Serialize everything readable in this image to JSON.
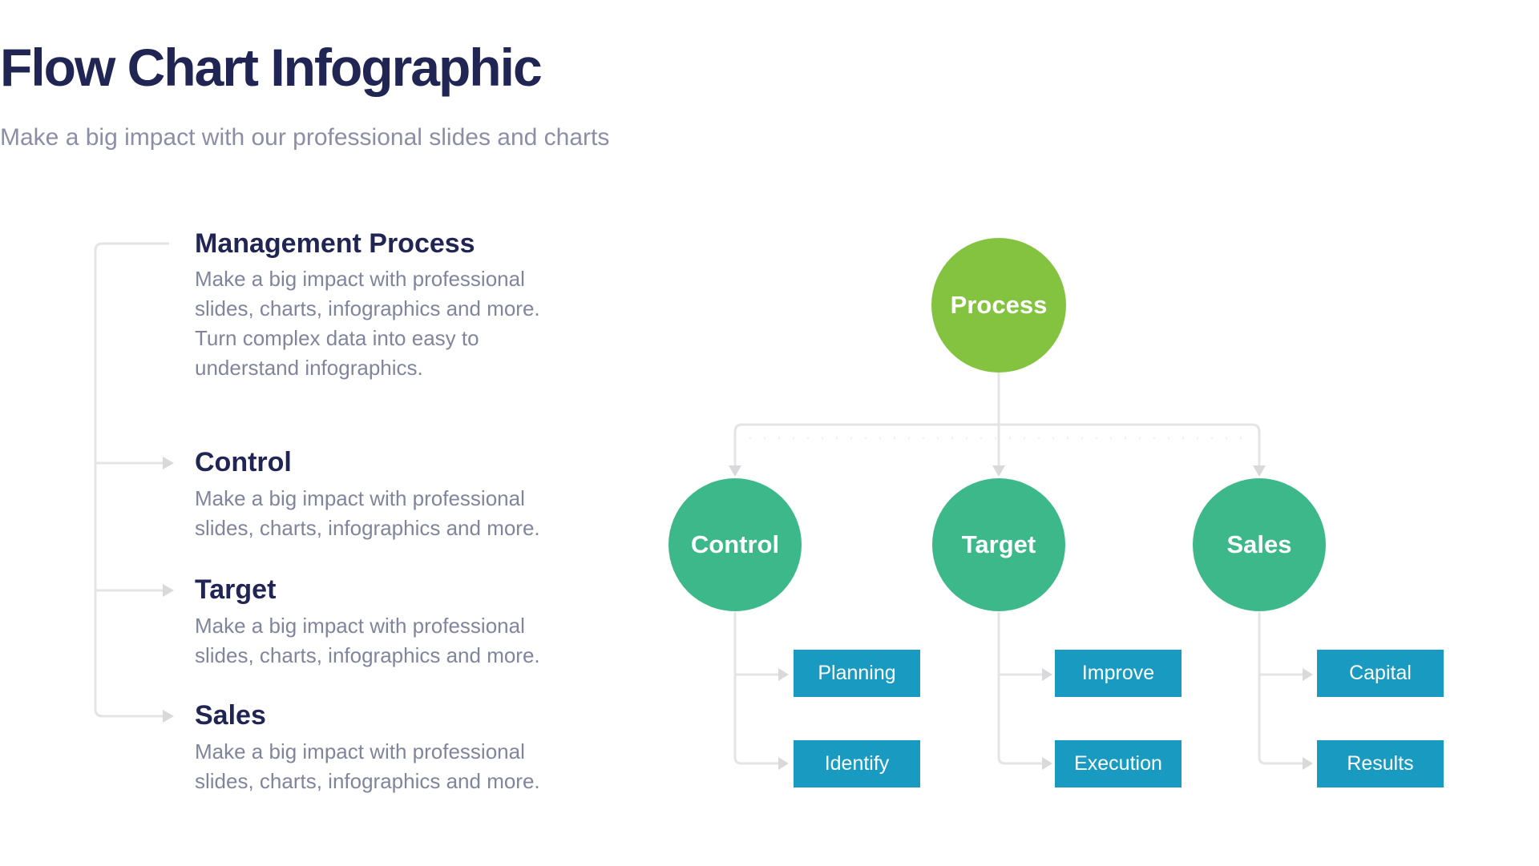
{
  "header": {
    "title": "Flow Chart Infographic",
    "subtitle": "Make a big impact with our professional slides and charts"
  },
  "sections": [
    {
      "heading": "Management Process",
      "body": "Make a big impact with professional slides, charts, infographics and more. Turn complex data into easy to understand infographics."
    },
    {
      "heading": "Control",
      "body": "Make a big impact with professional slides, charts, infographics and more."
    },
    {
      "heading": "Target",
      "body": "Make a big impact with professional slides, charts, infographics and more."
    },
    {
      "heading": "Sales",
      "body": "Make a big impact with professional slides, charts, infographics and more."
    }
  ],
  "flowchart": {
    "root": {
      "label": "Process"
    },
    "branches": [
      {
        "label": "Control",
        "children": [
          {
            "label": "Planning"
          },
          {
            "label": "Identify"
          }
        ]
      },
      {
        "label": "Target",
        "children": [
          {
            "label": "Improve"
          },
          {
            "label": "Execution"
          }
        ]
      },
      {
        "label": "Sales",
        "children": [
          {
            "label": "Capital"
          },
          {
            "label": "Results"
          }
        ]
      }
    ]
  },
  "colors": {
    "title_navy": "#212553",
    "body_gray": "#81859c",
    "subtitle_gray": "#8b8ea4",
    "root_green": "#84c33f",
    "branch_teal": "#3cb88a",
    "child_blue": "#189ac1",
    "connector_gray": "#e4e4e7",
    "arrowhead_gray": "#d9d9dc",
    "background": "#ffffff"
  }
}
